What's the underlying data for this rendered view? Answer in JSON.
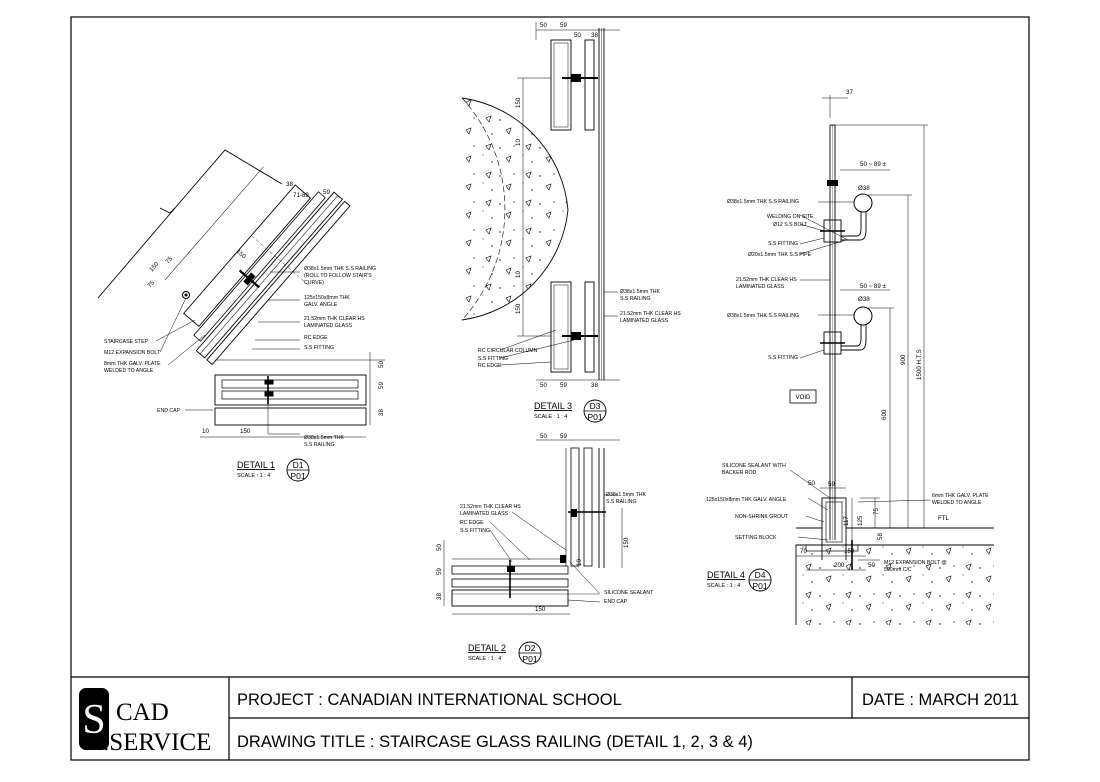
{
  "title_block": {
    "logo_letter": "S",
    "logo_line1": "CAD",
    "logo_line2": ".SERVICE",
    "project": "PROJECT : CANADIAN INTERNATIONAL SCHOOL",
    "date": "DATE : MARCH 2011",
    "drawing_title": "DRAWING TITLE :  STAIRCASE GLASS RAILING  (DETAIL 1, 2, 3 & 4)"
  },
  "detail1": {
    "title": "DETAIL 1",
    "scale": "SCALE : 1 : 4",
    "ref_top": "D1",
    "ref_bottom": "P01",
    "notes": [
      "Ø38x1.5mm THK S.S RAILING",
      "(ROLL TO FOLLOW STAIR'S",
      "CURVE)",
      "125x150x8mm THK",
      "GALV. ANGLE",
      "21.52mm THK CLEAR HS",
      "LAMINATED GLASS",
      "RC EDGE",
      "S.S FITTING",
      "STAIRCASE STEP",
      "M12 EXPANSION BOLT",
      "8mm THK GALV. PLATE",
      "WELDED TO ANGLE",
      "END CAP",
      "Ø38x1.5mm THK",
      "S.S RAILING"
    ],
    "dims": [
      "38",
      "71-89",
      "59",
      "150",
      "150",
      "75",
      "75",
      "50",
      "59",
      "38",
      "10",
      "150"
    ]
  },
  "detail2": {
    "title": "DETAIL 2",
    "scale": "SCALE : 1 : 4",
    "ref_top": "D2",
    "ref_bottom": "P01",
    "notes": [
      "21.52mm THK CLEAR HS",
      "LAMINATED GLASS",
      "RC EDGE",
      "S.S FITTING",
      "Ø38x1.5mm THK",
      "S.S RAILING",
      "SILICONE SEALANT",
      "END CAP"
    ],
    "dims": [
      "50",
      "59",
      "150",
      "10",
      "50",
      "59",
      "38",
      "150"
    ]
  },
  "detail3": {
    "title": "DETAIL 3",
    "scale": "SCALE : 1 : 4",
    "ref_top": "D3",
    "ref_bottom": "P01",
    "notes": [
      "Ø38x1.5mm THK",
      "S.S RAILING",
      "21.52mm THK CLEAR HS",
      "LAMINATED GLASS",
      "RC CIRCULAR COLUMN",
      "S.S FITTING",
      "RC EDGE"
    ],
    "dims": [
      "50",
      "59",
      "50",
      "38",
      "150",
      "10",
      "10",
      "150",
      "50",
      "59",
      "38"
    ]
  },
  "detail4": {
    "title": "DETAIL 4",
    "scale": "SCALE : 1 : 4",
    "ref_top": "D4",
    "ref_bottom": "P01",
    "void_label": "VOID",
    "notes": [
      "Ø38x1.5mm THK S.S RAILING",
      "WELDING ON SITE",
      "Ø12 S.S BOLT",
      "S.S FITTING",
      "Ø20x1.5mm THK S.S PIPE",
      "21.52mm THK CLEAR HS",
      "LAMINATED GLASS",
      "Ø38x1.5mm THK S.S RAILING",
      "S.S FITTING",
      "SILICONE SEALANT WITH",
      "BACKER ROD",
      "125x150x8mm THK GALV. ANGLE",
      "NON-SHRINK GROUT",
      "SETTING BLOCK",
      "6mm THK GALV. PLATE",
      "WELDED TO ANGLE",
      "M12 EXPANSION BOLT @",
      "500mm C/C"
    ],
    "dims": [
      "37",
      "50 ~ 89 ±",
      "Ø38",
      "50 ~ 89 ±",
      "Ø38",
      "900",
      "1500 H.T.S",
      "600",
      "50",
      "59",
      "75",
      "117",
      "125",
      "58",
      "70",
      "150",
      "200",
      "50",
      "FTL"
    ]
  }
}
